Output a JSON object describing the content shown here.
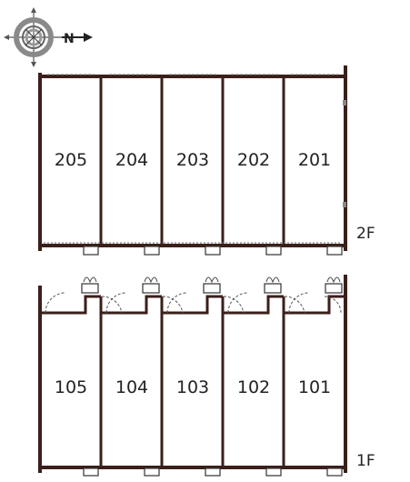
{
  "compass": {
    "north_letter": "N",
    "icon": "compass-rose-icon"
  },
  "floors": [
    {
      "id": "2F",
      "label": "2F",
      "units": [
        "205",
        "204",
        "203",
        "202",
        "201"
      ]
    },
    {
      "id": "1F",
      "label": "1F",
      "units": [
        "105",
        "104",
        "103",
        "102",
        "101"
      ]
    }
  ],
  "colors": {
    "wall": "#3a1f1a",
    "line": "#333333",
    "background": "#ffffff"
  }
}
